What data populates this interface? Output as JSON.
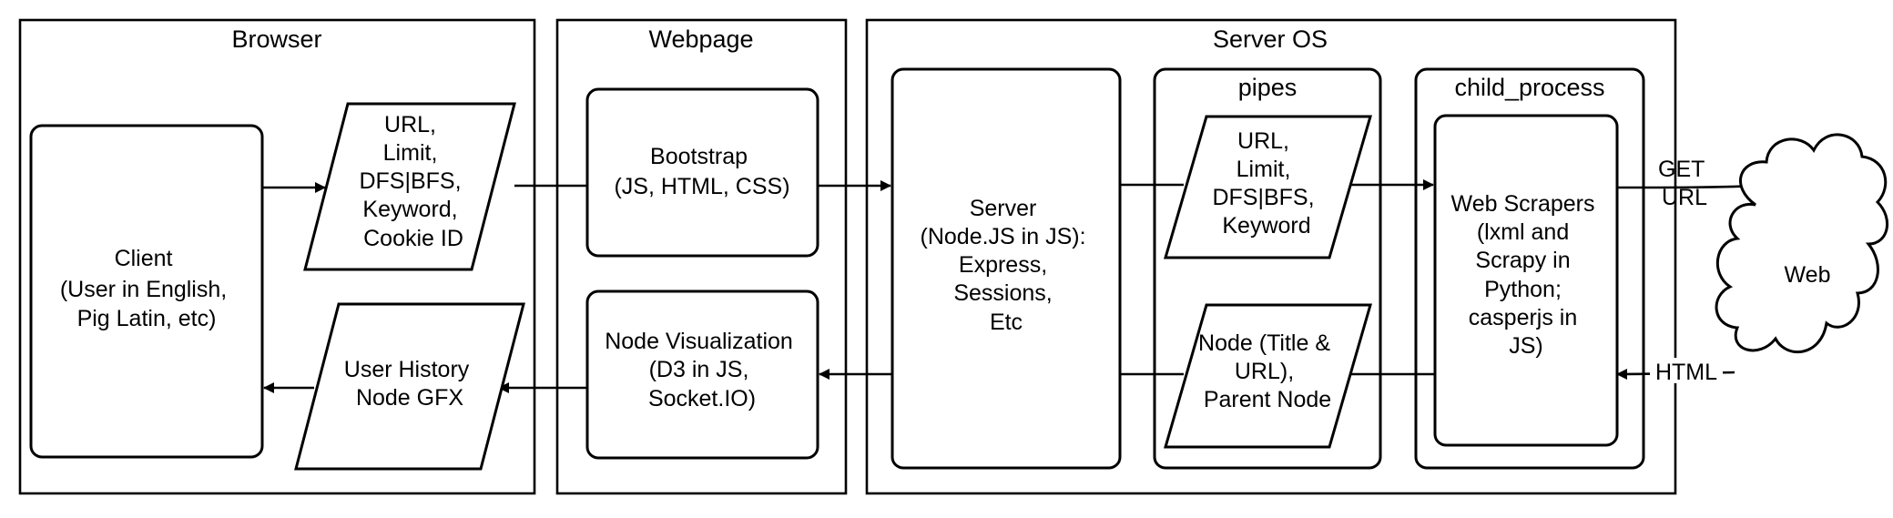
{
  "containers": {
    "browser": "Browser",
    "webpage": "Webpage",
    "server_os": "Server OS",
    "pipes": "pipes",
    "child_process": "child_process"
  },
  "nodes": {
    "client": [
      "Client",
      "(User in English,",
      "Pig Latin, etc)"
    ],
    "request_params": [
      "URL,",
      "Limit,",
      "DFS|BFS,",
      "Keyword,",
      "Cookie ID"
    ],
    "user_history": [
      "User History",
      "Node GFX"
    ],
    "bootstrap": [
      "Bootstrap",
      "(JS, HTML, CSS)"
    ],
    "node_visualization": [
      "Node Visualization",
      "(D3 in JS,",
      "Socket.IO)"
    ],
    "server": [
      "Server",
      "(Node.JS in JS):",
      "Express,",
      "Sessions,",
      "Etc"
    ],
    "pipe_params": [
      "URL,",
      "Limit,",
      "DFS|BFS,",
      "Keyword"
    ],
    "pipe_node": [
      "Node (Title &",
      "URL),",
      "Parent Node"
    ],
    "web_scrapers": [
      "Web Scrapers",
      "(lxml and",
      "Scrapy in",
      "Python;",
      "casperjs in",
      "JS)"
    ],
    "web": [
      "Web"
    ]
  },
  "edges": {
    "get_url": [
      "GET",
      "URL"
    ],
    "html": "HTML"
  }
}
